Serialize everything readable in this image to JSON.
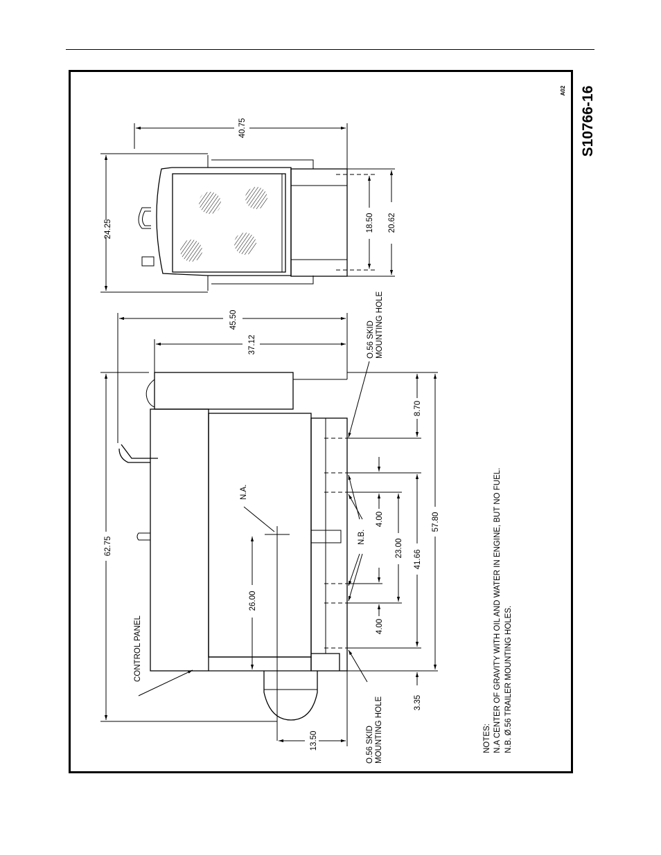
{
  "drawing": {
    "number": "S10766-16",
    "revision": "A02"
  },
  "dimensions": {
    "overall_length": "62.75",
    "overall_width_side": "45.50",
    "width_inner": "37.12",
    "end_height": "24.25",
    "end_width": "40.75",
    "end_mount_inner": "18.50",
    "end_mount_outer": "20.62",
    "cg_from_end": "26.00",
    "cg_offset": "13.50",
    "hole_spacing_a": "8.70",
    "hole_spacing_b": "4.00",
    "hole_spacing_c": "23.00",
    "hole_spacing_d": "4.00",
    "hole_spacing_e": "41.66",
    "hole_spacing_f": "57.80",
    "end_offset": "3.35"
  },
  "labels": {
    "na": "N.A.",
    "nb": "N.B.",
    "control_panel": "CONTROL PANEL",
    "skid_top_1": "O.56 SKID",
    "skid_top_2": "MOUNTING HOLE",
    "skid_bottom_1": "O.56 SKID",
    "skid_bottom_2": "MOUNTING HOLE"
  },
  "notes": {
    "title": "NOTES:",
    "na_line": "N.A  CENTER OF GRAVITY WITH OIL AND WATER IN ENGINE, BUT NO FUEL.",
    "nb_line": "N.B.  Ø.56 TRAILER MOUNTING HOLES."
  }
}
